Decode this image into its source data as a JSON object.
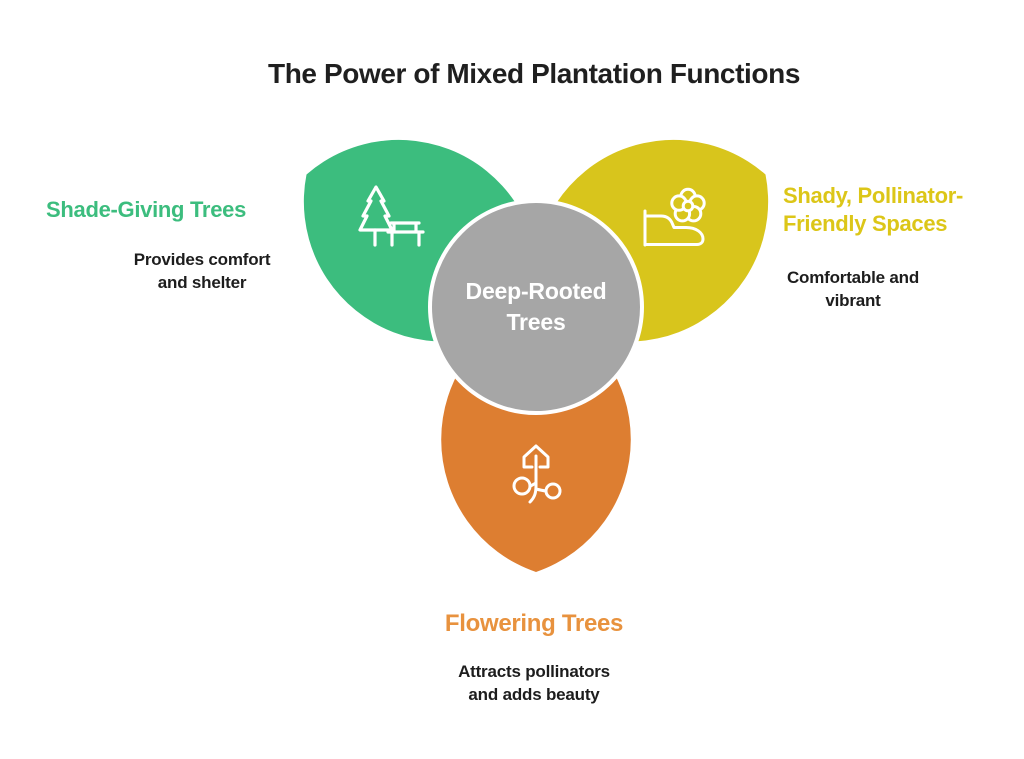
{
  "title": {
    "text": "The Power of Mixed Plantation Functions"
  },
  "center": {
    "label": "Deep-Rooted Trees",
    "color": "#a6a6a6",
    "ring_color": "#ffffff"
  },
  "petals": {
    "shade": {
      "heading": "Shade-Giving Trees",
      "description": "Provides comfort and shelter",
      "color": "#3cbd7e",
      "heading_color": "#3cbd7e",
      "icon": "pine-tree-and-bench-icon"
    },
    "pollinator": {
      "heading": "Shady, Pollinator-Friendly Spaces",
      "description": "Comfortable and vibrant",
      "color": "#d8c51c",
      "heading_color": "#dcc618",
      "icon": "flower-and-garden-bed-icon"
    },
    "flowering": {
      "heading": "Flowering Trees",
      "description": "Attracts pollinators and adds beauty",
      "color": "#dd7e31",
      "heading_color": "#e8923e",
      "icon": "sprout-growth-icon"
    }
  }
}
